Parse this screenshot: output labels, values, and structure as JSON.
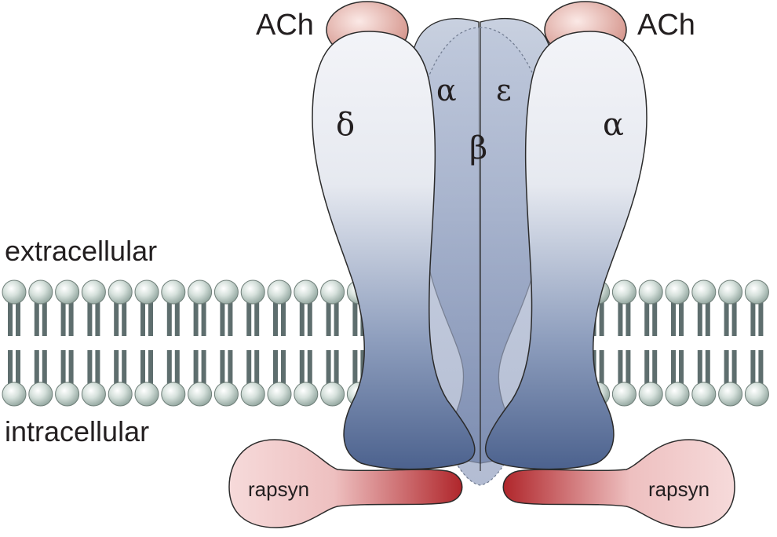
{
  "labels": {
    "ach_left": "ACh",
    "ach_right": "ACh",
    "extracellular": "extracellular",
    "intracellular": "intracellular",
    "rapsyn_left": "rapsyn",
    "rapsyn_right": "rapsyn"
  },
  "subunits": {
    "delta": "δ",
    "alpha_left": "α",
    "epsilon": "ε",
    "beta": "β",
    "alpha_right": "α"
  },
  "colors": {
    "lipid_head": "#b9c9c3",
    "lipid_tail": "#5e6e6e",
    "subunit_light": "#eef0f6",
    "subunit_dark": "#4f6591",
    "ach": "#d99a90",
    "rapsyn_light": "#f4d6d6",
    "rapsyn_dark": "#b42a2e",
    "outline": "#2b2b2b"
  }
}
